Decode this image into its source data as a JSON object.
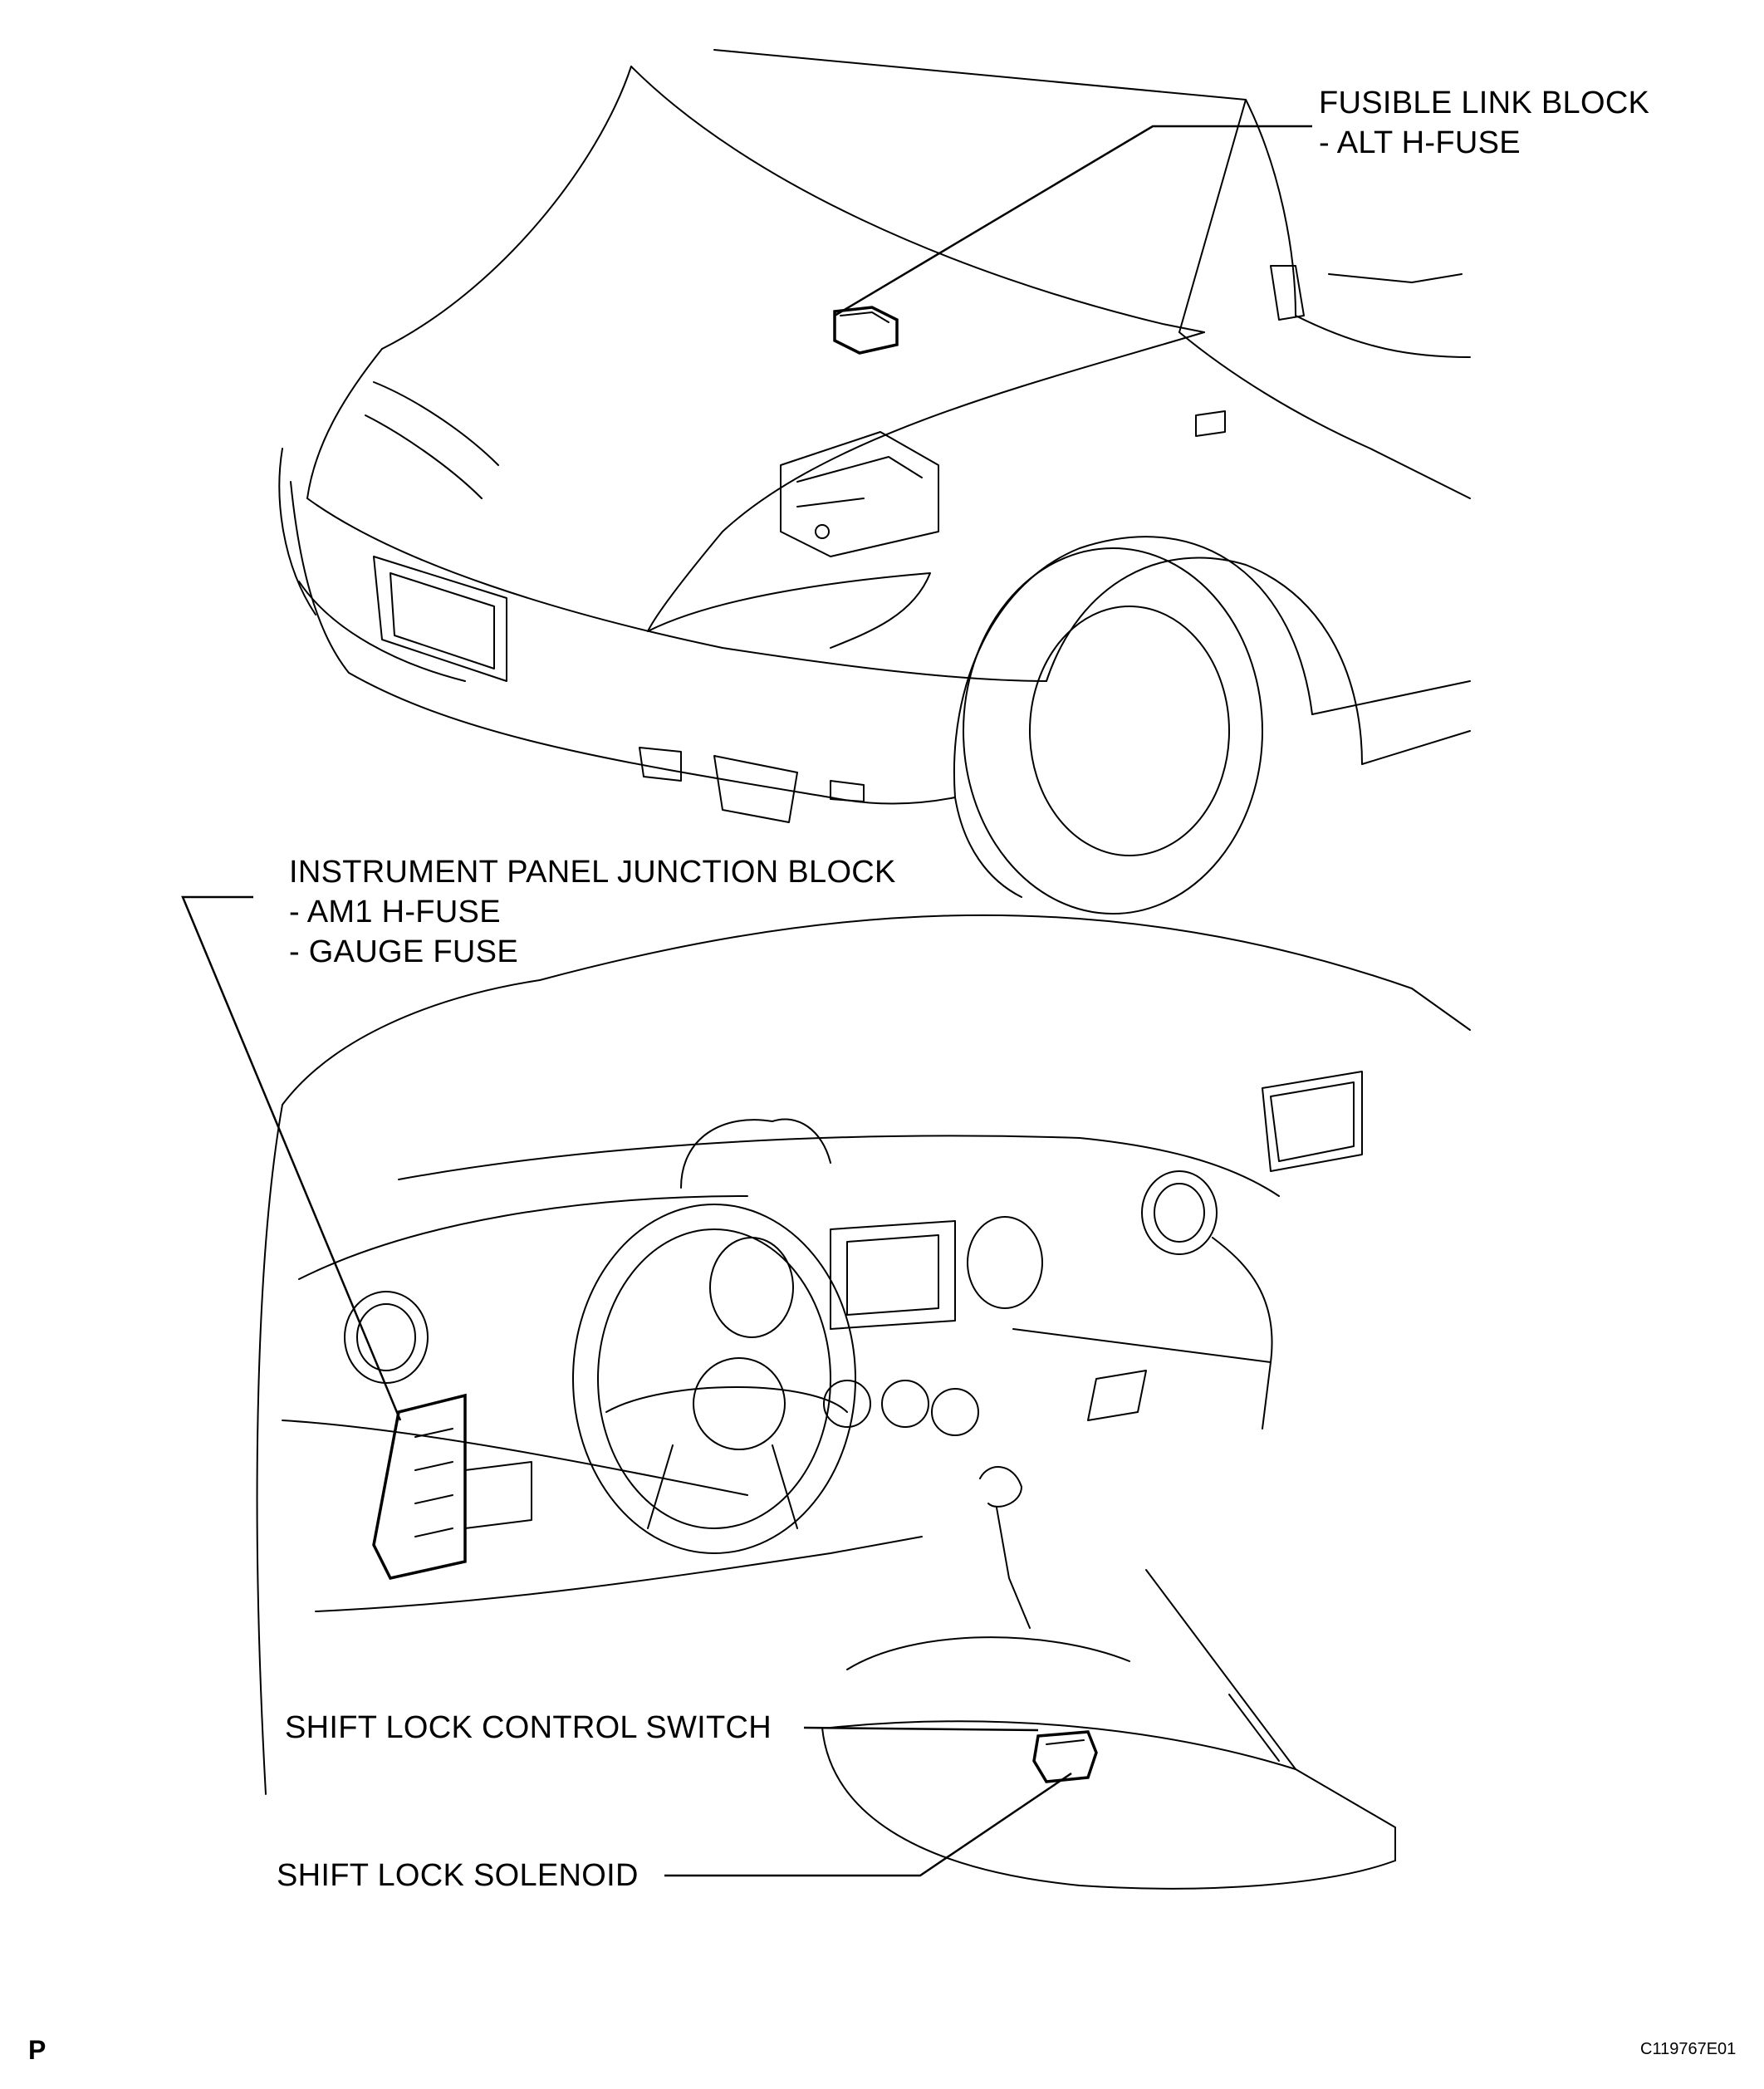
{
  "labels": {
    "fusible_link": {
      "title": "FUSIBLE LINK BLOCK",
      "items": [
        "- ALT H-FUSE"
      ]
    },
    "ip_junction": {
      "title": "INSTRUMENT PANEL JUNCTION BLOCK",
      "items": [
        "- AM1 H-FUSE",
        "- GAUGE FUSE"
      ]
    },
    "shift_lock_switch": "SHIFT LOCK CONTROL SWITCH",
    "shift_lock_solenoid": "SHIFT LOCK SOLENOID"
  },
  "page_mark": "P",
  "figure_code": "C119767E01"
}
